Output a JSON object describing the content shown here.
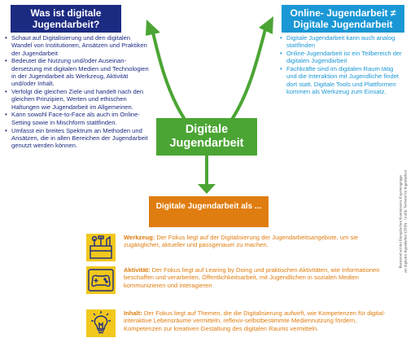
{
  "left": {
    "title_line1": "Was ist digitale",
    "title_line2": "Jugendarbeit?",
    "items": [
      "Schaut auf Digitalisierung und den digitalen Wandel von Institutionen, Ansätzen und Praktiken der Jugendarbeit",
      "Bedeutet die Nutzung und/oder Auseinan­dersetzung mit digitalen Medien und Tech­nologien in der Jugendarbeit als Werkzeug, Aktivität und/oder Inhalt.",
      "Verfolgt die gleichen Ziele und handelt nach den gleichen Prinzipien, Werten und ethischen Haltungen wie Jugendarbeit im Allgemeinen.",
      "Kann sowohl Face-to-Face als auch im Online-Setting sowie in Mischform statt­finden.",
      "Umfasst ein breites Spektrum an Methoden und Ansätzen, die in allen Bereichen der Jugendarbeit genutzt werden können."
    ]
  },
  "right": {
    "title_line1": "Online- Jugendarbeit ≠",
    "title_line2": "Digitale Jugendarbeit",
    "items": [
      "Digitale Jugendarbeit kann auch analog stattfinden",
      "Online-Jugendarbeit ist ein Teilbereich der digitalen Jugendarbeit",
      "Fachkräfte sind im digitalen Raum tätig und die Interaktion mit Jugendliche findet dort statt. Digitale Tools und Plattformen kommen als Werkzeug zum Einsatz."
    ]
  },
  "center": {
    "line1": "Digitale",
    "line2": "Jugendarbeit"
  },
  "als_box": {
    "label": "Digitale Jugendarbeit als ..."
  },
  "items": [
    {
      "icon": "tools-icon",
      "term": "Werkzeug:",
      "text": " Der Fokus liegt auf der Digitalisierung der Jugendarbeitsangebote, um sie zugänglicher, aktueller und passgenauer zu machen."
    },
    {
      "icon": "gamepad-icon",
      "term": "Aktivität:",
      "text": " Der Fokus liegt auf Learing by Doing und praktischen Ak­tivitäten, wie Informationen beschaffen und verarbeiten, Öffentlich­keitsarbeit, mit Jugendlichen in sozialen Medien kommunizieren und interagieren"
    },
    {
      "icon": "lightbulb-icon",
      "term": "Inhalt:",
      "text": " Der Fokus liegt auf Themen, die die Digitalisierung aufwirft, wie Kompetenzen für digital-interaktive Lebensräume vermitteln, reflexiv-selbstbestimmte Mediennutzung fördern, Kompetenzen zur kreativen Gestaltung des digitalen Raums vermitteln."
    }
  ],
  "credit": {
    "line1": "Basierend auf der Europäischen Kommission, Expertengruppe",
    "line2": "zur digitalen Jugendarbeit (2018) · Grafik: Verbund für Jugendarbeit"
  },
  "colors": {
    "navy": "#1c2b82",
    "light_blue": "#1a97d5",
    "green": "#4ba534",
    "orange": "#e07d10"
  }
}
